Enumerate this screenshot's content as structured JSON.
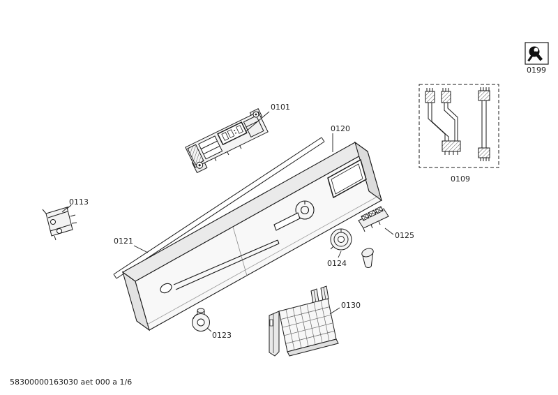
{
  "page": {
    "footer_code": "58300000163030 aet 000 a 1/6"
  },
  "legend": {
    "service": "0199"
  },
  "parts": {
    "control_module": "0101",
    "cable_harness": "0109",
    "micro_switch": "0113",
    "control_panel": "0120",
    "trim_strip": "0121",
    "program_knob": "0123",
    "push_button": "0124",
    "button_set": "0125",
    "mounting_bracket": "0130"
  }
}
